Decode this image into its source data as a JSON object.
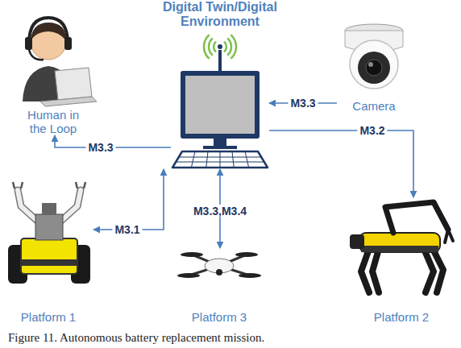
{
  "diagram": {
    "caption": "Figure 11. Autonomous battery replacement mission.",
    "nodes": [
      {
        "text": [
          "Digital Twin/Digital Environment"
        ]
      },
      {
        "text": [
          "Human in the Loop"
        ]
      },
      {
        "text": [
          "Camera"
        ]
      },
      {
        "text": [
          "Platform 1"
        ]
      },
      {
        "text": [
          "Platform 3"
        ]
      },
      {
        "text": [
          "Platform 2"
        ]
      }
    ],
    "edges": [
      {
        "from": 0,
        "to": 1,
        "label": "M3.3",
        "arrow": "to"
      },
      {
        "from": 2,
        "to": 0,
        "label": "M3.3",
        "arrow": "to"
      },
      {
        "from": 0,
        "to": 5,
        "label": "M3.2",
        "arrow": "to"
      },
      {
        "from": 3,
        "to": 0,
        "label": "M3.1",
        "arrow": "both"
      },
      {
        "from": 0,
        "to": 4,
        "label": "M3.3,M3.4",
        "arrow": "both"
      }
    ]
  }
}
